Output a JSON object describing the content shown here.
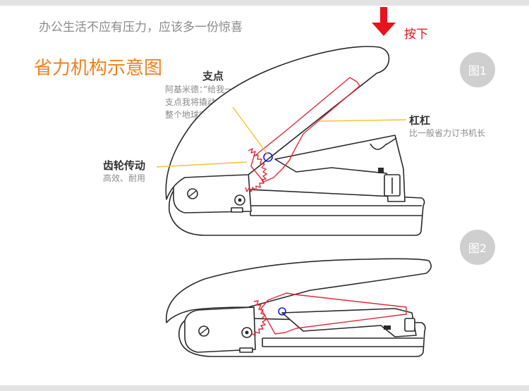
{
  "header": {
    "tagline": "办公生活不应有压力，应该多一份惊喜",
    "title": "省力机构示意图",
    "press_label": "按下"
  },
  "figure1": {
    "badge": "图1",
    "fulcrum": {
      "title": "支点",
      "lines": [
        "阿基米德：”给我一个",
        "支点我将撬动",
        "整个地球”."
      ]
    },
    "lever": {
      "title": "杠杠",
      "subtitle": "比一般省力订书机长"
    },
    "gear": {
      "title": "齿轮传动",
      "subtitle": "高效、耐用"
    }
  },
  "figure2": {
    "badge": "图2"
  },
  "colors": {
    "accent_orange": "#f07f1b",
    "arrow_red": "#e8131b",
    "lever_red": "#e02a3a",
    "fulcrum_blue": "#1a1ad6",
    "callout_yellow": "#f2c230",
    "badge_gray": "#cfcfcf"
  },
  "icons": [
    "down-arrow-icon",
    "fulcrum-circle-icon",
    "screw-icon"
  ]
}
